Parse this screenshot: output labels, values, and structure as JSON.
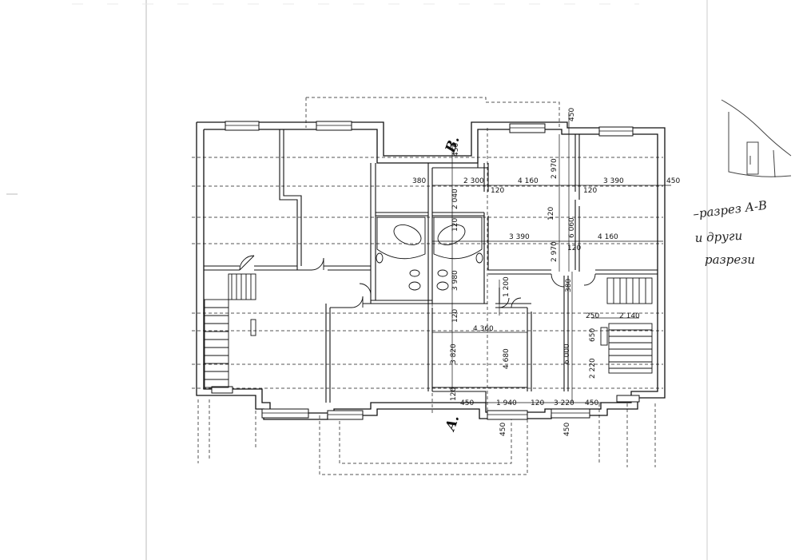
{
  "axis_labels": {
    "a": "A.",
    "b": "B."
  },
  "dimensions": {
    "d450_top": "450",
    "d450_b": "450",
    "d380_a": "380",
    "d2300": "2 300",
    "d120_a": "120",
    "d2040": "2 040",
    "d4160_a": "4 160",
    "d2970_a": "2 970",
    "d120_b": "120",
    "d3390_a": "3 390",
    "d450_r": "450",
    "d120_c": "120",
    "d6060": "6 060",
    "d3390_b": "3 390",
    "d4160_b": "4 160",
    "d2970_b": "2 970",
    "d120_d": "120",
    "d120_e": "120",
    "d3980": "3 980",
    "d1200": "1 200",
    "d380_b": "380",
    "d120_f": "120",
    "d250": "250",
    "d2140": "2 140",
    "d4360": "4 360",
    "d3820": "3 820",
    "d4680": "4 680",
    "d6000": "6 000",
    "d650": "650",
    "d2220": "2 220",
    "d120_g": "120",
    "d450_c": "450",
    "d1940": "1 940",
    "d120_h": "120",
    "d3220": "3 220",
    "d450_d": "450",
    "d450_e": "450",
    "d450_f": "450"
  },
  "handwritten_note": {
    "line1": "–разрез А-В",
    "line2": "и други",
    "line3": "разрези"
  }
}
